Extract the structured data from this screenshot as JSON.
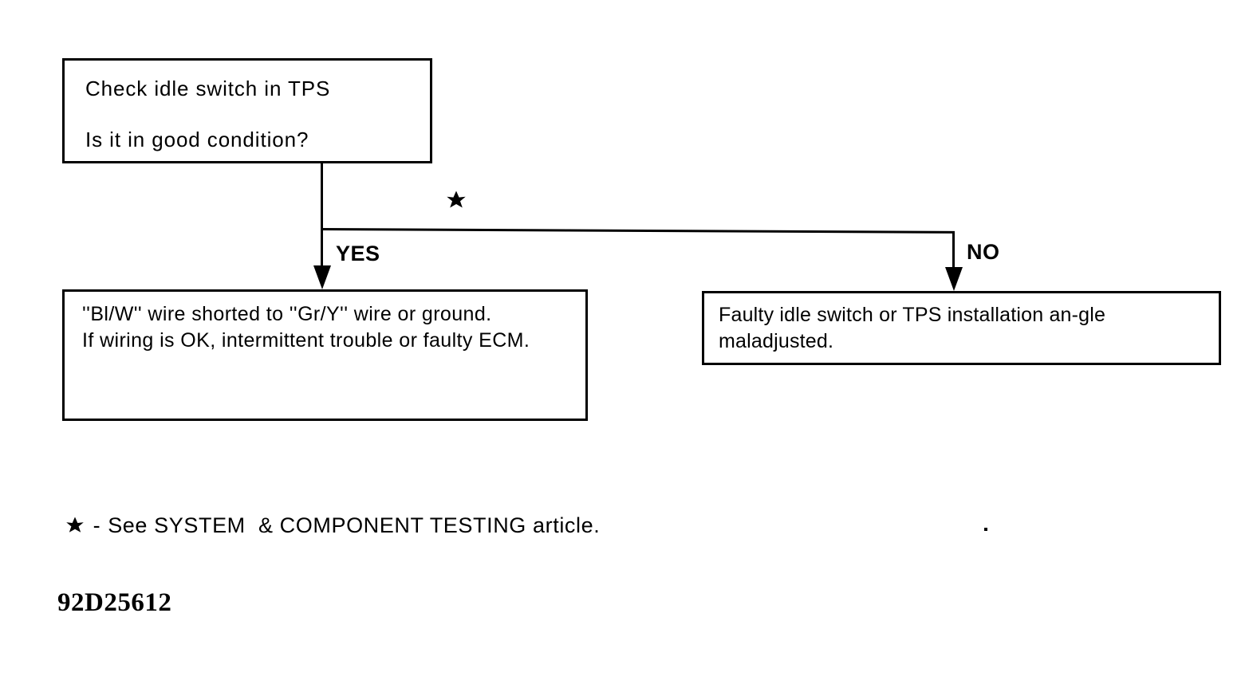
{
  "diagram": {
    "type": "troubleshooting-flowchart",
    "figure_id": "92D25612",
    "decision": {
      "line_1": "Check idle switch in TPS",
      "line_2": "Is it in good condition?",
      "footnote_marker": "star-burst-icon"
    },
    "branches": [
      {
        "label": "YES",
        "target": "yes-outcome"
      },
      {
        "label": "NO",
        "target": "no-outcome"
      }
    ],
    "outcomes": {
      "yes": {
        "text": "''Bl/W'' wire shorted to ''Gr/Y'' wire or ground.\nIf wiring is OK, intermittent trouble or faulty ECM."
      },
      "no": {
        "text": "Faulty idle switch or TPS installation an-gle maladjusted."
      }
    },
    "footnote": {
      "marker": "star-burst-icon",
      "dash": "-",
      "text": "See SYSTEM  & COMPONENT TESTING article."
    }
  },
  "colors": {
    "ink": "#000000",
    "paper": "#ffffff"
  }
}
